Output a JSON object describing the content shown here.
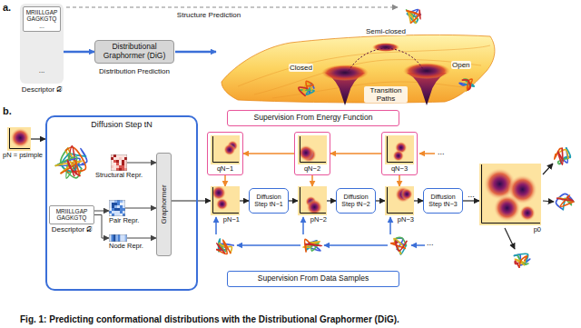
{
  "diagram": {
    "caption": "Fig. 1: Predicting conformational distributions with the Distributional Graphormer (DiG).",
    "nodes": [
      {
        "text": [
          "Descriptor 𝒟"
        ]
      },
      {
        "text": [
          "MRIILLGAP GAGKGTQ ..."
        ],
        "in": 0
      },
      {
        "text": [
          "Distributional Graphormer (DiG)"
        ]
      },
      {
        "text": [
          "pN = psimple"
        ]
      },
      {
        "text": [
          "Diffusion Step tN"
        ]
      },
      {
        "text": [
          "Structural Repr."
        ],
        "in": 4
      },
      {
        "text": [
          "MRIILLGAP GAGKGTQ",
          "Descriptor 𝒟"
        ],
        "in": 4
      },
      {
        "text": [
          "Pair Repr."
        ],
        "in": 4
      },
      {
        "text": [
          "Node Repr."
        ],
        "in": 4
      },
      {
        "text": [
          "Graphormer"
        ],
        "in": 4
      },
      {
        "text": [
          "Supervision From Energy Function"
        ]
      },
      {
        "text": [
          "qN−1"
        ]
      },
      {
        "text": [
          "qN−2"
        ]
      },
      {
        "text": [
          "qN−3"
        ]
      },
      {
        "text": [
          "pN−1"
        ]
      },
      {
        "text": [
          "Diffusion Step tN−1"
        ]
      },
      {
        "text": [
          "pN−2"
        ]
      },
      {
        "text": [
          "Diffusion Step tN−2"
        ]
      },
      {
        "text": [
          "pN−3"
        ]
      },
      {
        "text": [
          "Diffusion Step tN−3"
        ]
      },
      {
        "text": [
          "p0"
        ]
      },
      {
        "text": [
          "Supervision From Data Samples"
        ]
      }
    ],
    "edges": [
      {
        "from": 0,
        "to": 2,
        "arrow": "to"
      },
      {
        "from": 3,
        "to": 4,
        "arrow": "to"
      },
      {
        "from": 5,
        "to": 9,
        "arrow": "to"
      },
      {
        "from": 6,
        "to": 7,
        "arrow": "to"
      },
      {
        "from": 6,
        "to": 8,
        "arrow": "to"
      },
      {
        "from": 7,
        "to": 9,
        "arrow": "to"
      },
      {
        "from": 8,
        "to": 9,
        "arrow": "to"
      },
      {
        "from": 9,
        "to": 14,
        "arrow": "to"
      },
      {
        "from": 14,
        "to": 15,
        "arrow": "to"
      },
      {
        "from": 15,
        "to": 16,
        "arrow": "to"
      },
      {
        "from": 16,
        "to": 17,
        "arrow": "to"
      },
      {
        "from": 17,
        "to": 18,
        "arrow": "to"
      },
      {
        "from": 18,
        "to": 19,
        "arrow": "to"
      },
      {
        "from": 19,
        "to": 20,
        "label": "...",
        "arrow": "to"
      },
      {
        "from": 13,
        "to": 12,
        "arrow": "to"
      },
      {
        "from": 12,
        "to": 11,
        "arrow": "to"
      },
      {
        "from": 11,
        "to": 14,
        "arrow": "to"
      },
      {
        "from": 12,
        "to": 16,
        "arrow": "to"
      },
      {
        "from": 13,
        "to": 18,
        "arrow": "to"
      }
    ],
    "labels": [
      "a.",
      "Structure Prediction",
      "Distribution Prediction",
      "Semi-closed",
      "Closed",
      "Open",
      "Transition Paths",
      "...",
      "b.",
      "...",
      "..."
    ]
  }
}
